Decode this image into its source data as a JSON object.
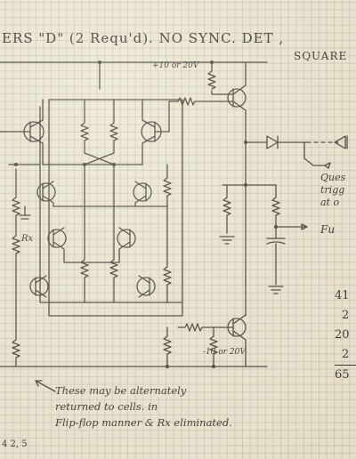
{
  "title": "ERS \"D\"  (2 Requ'd).  NO SYNC. DET ,",
  "title_line2": "SQUARE",
  "supply_positive": "+10 or 20V",
  "supply_negative": "-10 or 20V",
  "resistor_label": "Rx",
  "note_lines": [
    "These may be alternately",
    "returned to cells. in",
    "Flip-flop manner & Rx eliminated."
  ],
  "margin_notes": [
    "Ques",
    "trigg",
    "at o"
  ],
  "output_label": "Fu",
  "numbers": [
    "41",
    "2",
    "20",
    "2",
    "65"
  ],
  "page_mark": "4 2, 5"
}
